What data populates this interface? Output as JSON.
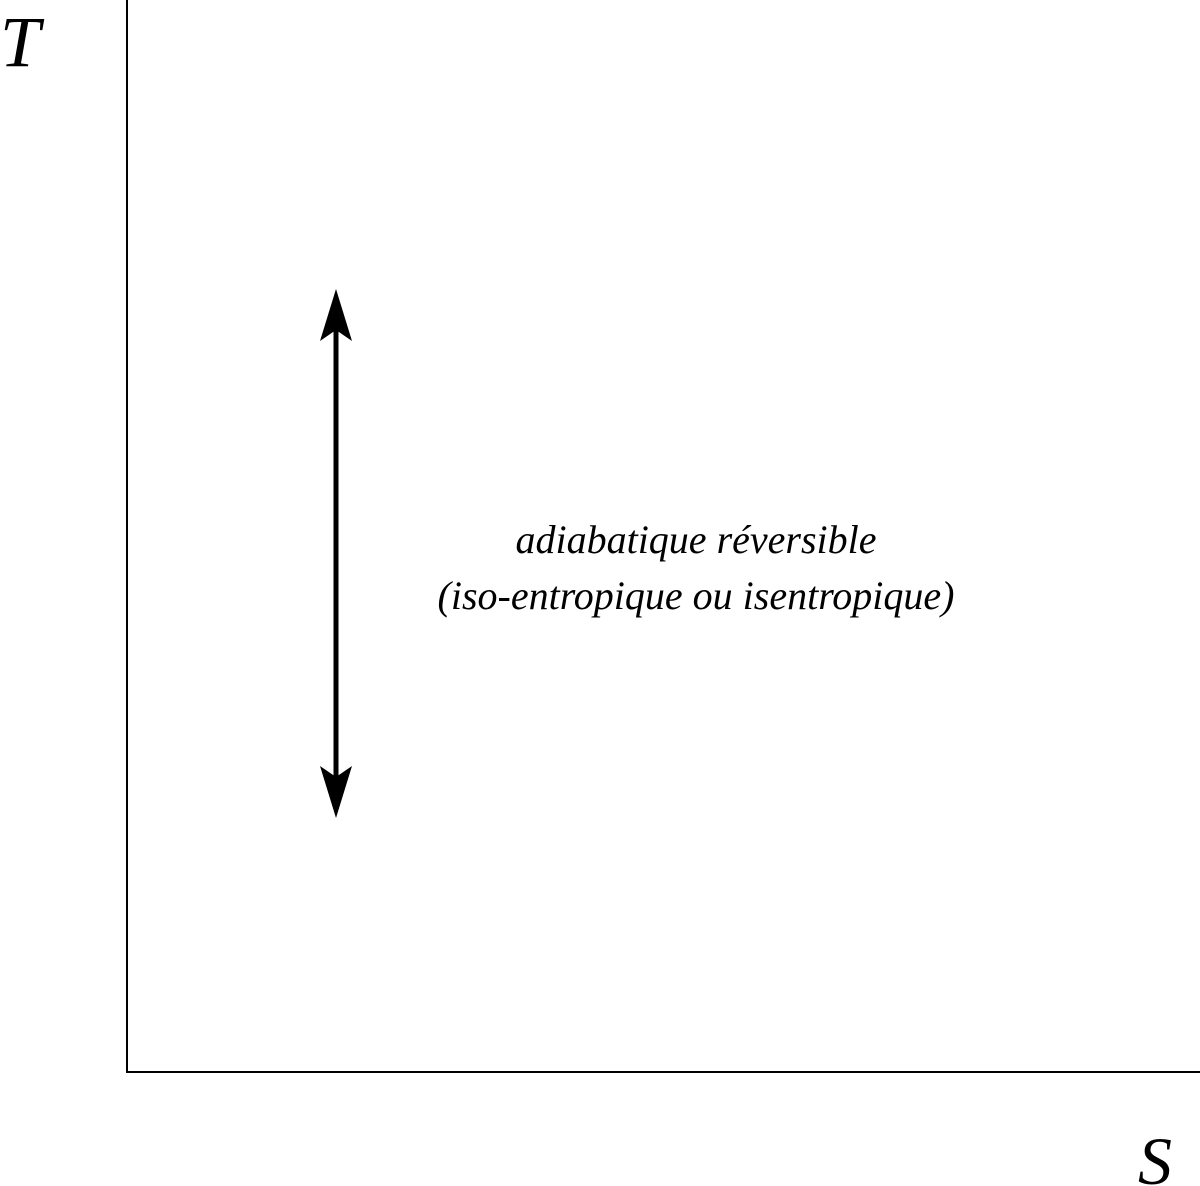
{
  "diagram": {
    "y_axis_label": "T",
    "x_axis_label": "S",
    "process_label_line1": "adiabatique réversible",
    "process_label_line2": "(iso-entropique ou isentropique)",
    "arrow_direction": "vertical, double-headed",
    "line_color": "#000000",
    "background_color": "#ffffff"
  }
}
